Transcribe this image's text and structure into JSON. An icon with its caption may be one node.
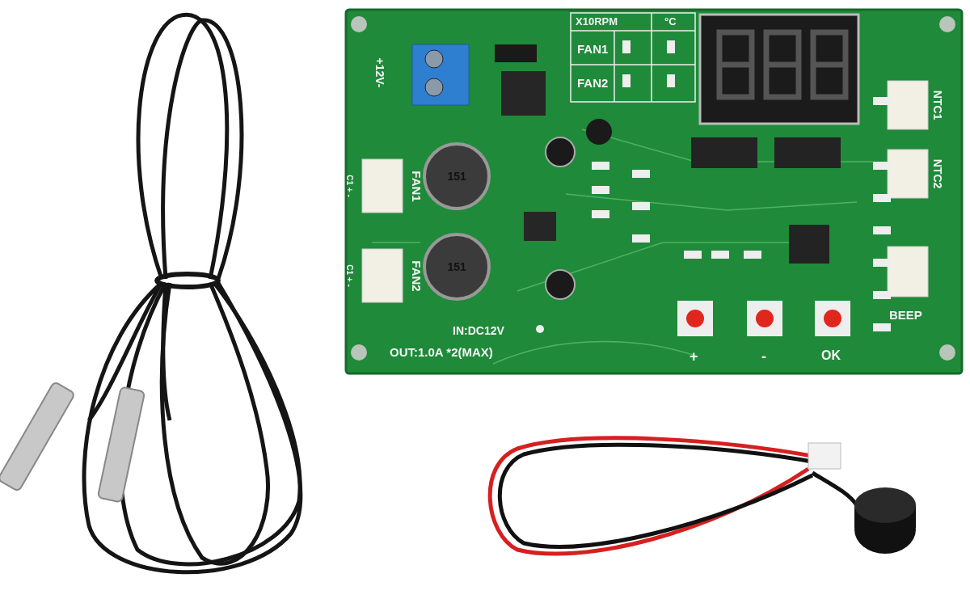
{
  "diagram": {
    "labels": [
      "X10RPM",
      "°C",
      "FAN1",
      "FAN2",
      "+12V-",
      "C1 + -",
      "FAN1",
      "151",
      "C1 + -",
      "FAN2",
      "151",
      "NTC1",
      "NTC2",
      "BEEP",
      "IN:DC12V",
      "OUT:1.0A *2(MAX)",
      "+",
      "-",
      "OK"
    ]
  }
}
